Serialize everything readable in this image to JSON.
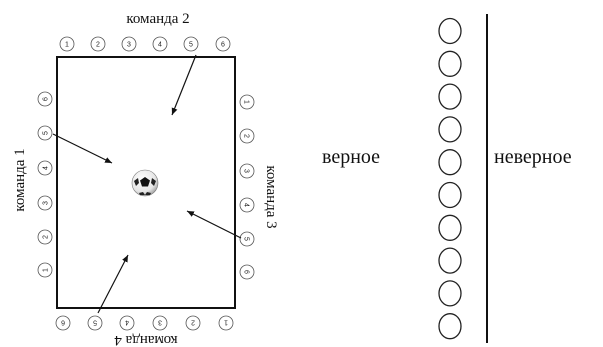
{
  "teams": {
    "top": {
      "label": "команда 2",
      "players": [
        "1",
        "2",
        "3",
        "4",
        "5",
        "6"
      ]
    },
    "left": {
      "label": "команда 1",
      "players": [
        "6",
        "5",
        "4",
        "3",
        "2",
        "1"
      ]
    },
    "right": {
      "label": "команда 3",
      "players": [
        "1",
        "2",
        "3",
        "4",
        "5",
        "6"
      ]
    },
    "bottom": {
      "label": "команда 4",
      "players": [
        "6",
        "5",
        "4",
        "3",
        "2",
        "1"
      ]
    }
  },
  "answer_scale": {
    "left_label": "верное",
    "right_label": "неверное",
    "circle_count": 10
  },
  "colors": {
    "line": "#111111",
    "circle_stroke": "#555555"
  }
}
